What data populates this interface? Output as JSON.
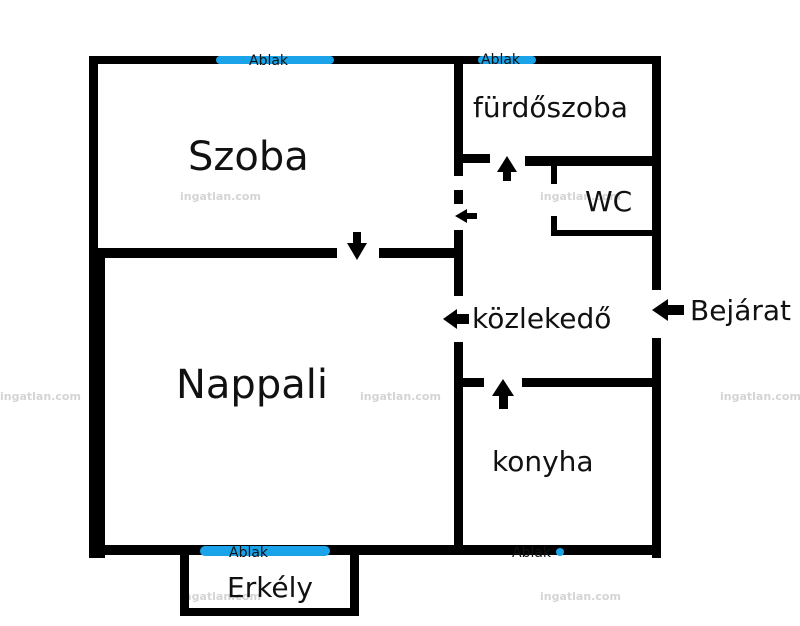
{
  "colors": {
    "wall": "#000000",
    "window": "#1aa3e8",
    "background": "#ffffff",
    "watermark": "#d4d4d4"
  },
  "rooms": {
    "szoba": "Szoba",
    "nappali": "Nappali",
    "furdoszoba": "fürdőszoba",
    "wc": "WC",
    "kozlekedo": "közlekedő",
    "konyha": "konyha",
    "erkely": "Erkély"
  },
  "entrance": "Bejárat",
  "windows": {
    "top_left": "Ablak",
    "top_right": "Ablak",
    "bottom_left": "Ablak",
    "bottom_right": "Ablak"
  },
  "watermark": "ingatlan.com",
  "icons": [
    "arrow-down-icon",
    "arrow-up-icon",
    "arrow-left-icon"
  ]
}
